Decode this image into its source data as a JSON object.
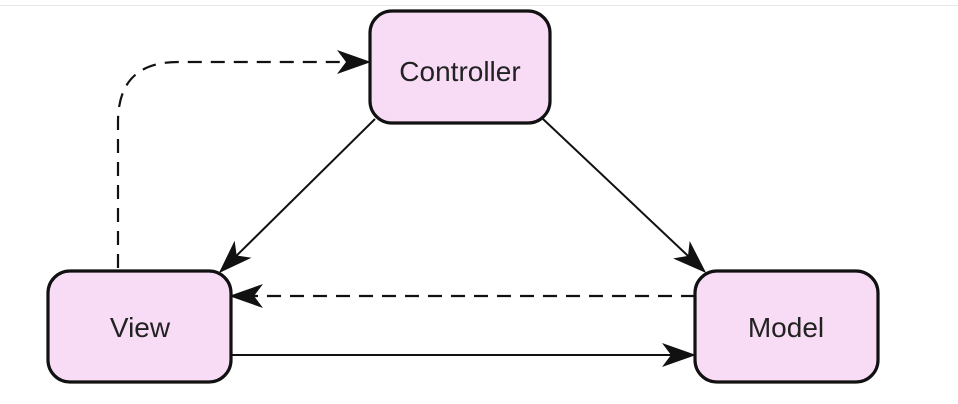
{
  "diagram": {
    "title": "",
    "colors": {
      "node_fill": "#f8dcf5",
      "node_stroke": "#111111",
      "edge_stroke": "#111111",
      "text": "#222222"
    },
    "nodes": [
      {
        "id": "controller",
        "label": "Controller"
      },
      {
        "id": "view",
        "label": "View"
      },
      {
        "id": "model",
        "label": "Model"
      }
    ],
    "edges": [
      {
        "from": "controller",
        "to": "view",
        "style": "solid"
      },
      {
        "from": "controller",
        "to": "model",
        "style": "solid"
      },
      {
        "from": "view",
        "to": "model",
        "style": "solid"
      },
      {
        "from": "model",
        "to": "view",
        "style": "dashed"
      },
      {
        "from": "view",
        "to": "controller",
        "style": "dashed"
      }
    ]
  }
}
